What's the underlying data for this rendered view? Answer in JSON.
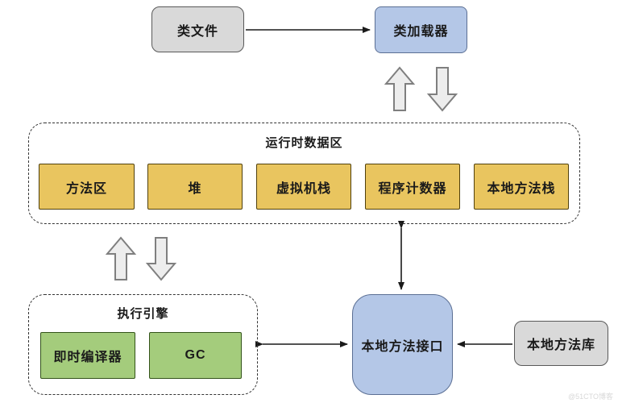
{
  "diagram": {
    "class_file": {
      "label": "类文件"
    },
    "class_loader": {
      "label": "类加载器"
    },
    "runtime_data_area": {
      "title": "运行时数据区",
      "regions": [
        {
          "label": "方法区"
        },
        {
          "label": "堆"
        },
        {
          "label": "虚拟机栈"
        },
        {
          "label": "程序计数器"
        },
        {
          "label": "本地方法栈"
        }
      ]
    },
    "execution_engine": {
      "title": "执行引擎",
      "components": [
        {
          "label": "即时编译器"
        },
        {
          "label": "GC"
        }
      ]
    },
    "native_method_interface": {
      "label": "本地方法接口"
    },
    "native_method_library": {
      "label": "本地方法库"
    }
  },
  "watermark": "@51CTO博客",
  "colors": {
    "box_gray": "#d9d9d9",
    "box_blue": "#b4c7e7",
    "box_yellow": "#e9c55f",
    "box_green": "#a4cc7c",
    "connector": "#1a1a1a",
    "block_arrow_fill": "#ededed",
    "block_arrow_stroke": "#7f7f7f"
  }
}
